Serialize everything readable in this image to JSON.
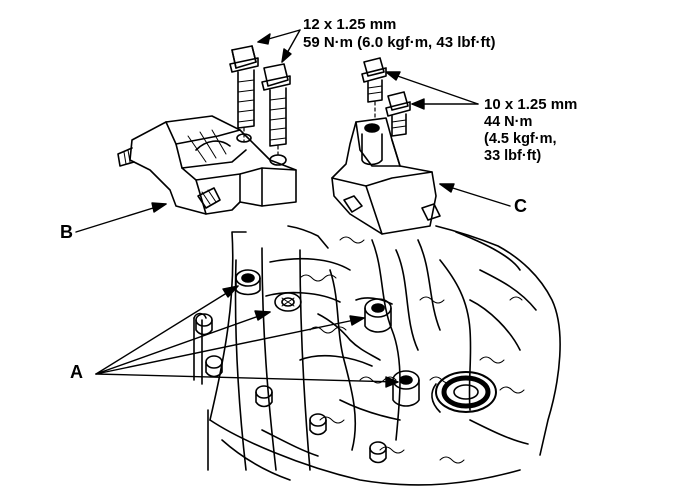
{
  "callouts": {
    "upper_bolt": {
      "size": "12 x 1.25 mm",
      "torque": "59 N·m (6.0 kgf·m, 43 lbf·ft)"
    },
    "right_bolt": {
      "size": "10 x 1.25 mm",
      "torque_line1": "44 N·m",
      "torque_line2": "(4.5 kgf·m,",
      "torque_line3": "33 lbf·ft)"
    }
  },
  "labels": {
    "a": "A",
    "b": "B",
    "c": "C"
  },
  "colors": {
    "ink": "#000000",
    "paper": "#ffffff"
  }
}
